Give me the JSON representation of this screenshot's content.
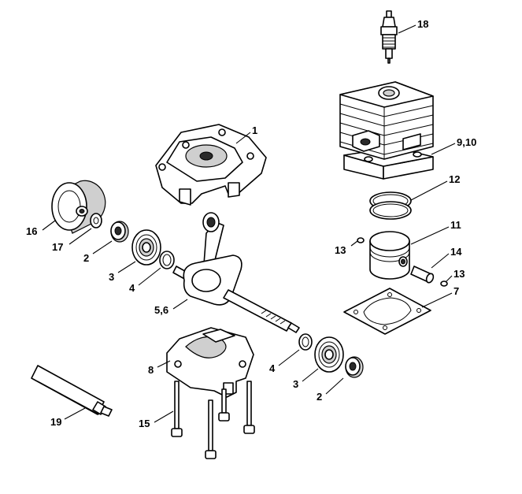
{
  "labels": {
    "l1": "1",
    "l18": "18",
    "l910": "9,10",
    "l12": "12",
    "l11": "11",
    "l13a": "13",
    "l14": "14",
    "l13b": "13",
    "l7": "7",
    "l16": "16",
    "l17": "17",
    "l2a": "2",
    "l3a": "3",
    "l4a": "4",
    "l56": "5,6",
    "l8": "8",
    "l4b": "4",
    "l3b": "3",
    "l2b": "2",
    "l19": "19",
    "l15": "15"
  }
}
